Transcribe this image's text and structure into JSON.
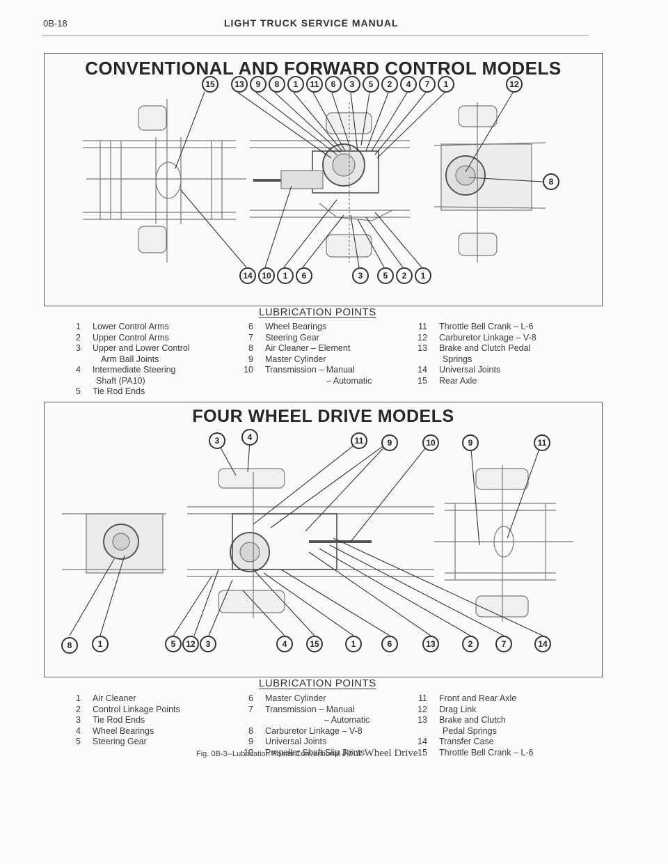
{
  "header": {
    "page_number": "0B-18",
    "title": "LIGHT TRUCK SERVICE MANUAL"
  },
  "conventional": {
    "title": "CONVENTIONAL AND FORWARD CONTROL MODELS",
    "top_callouts": [
      "15",
      "13",
      "9",
      "8",
      "1",
      "11",
      "6",
      "3",
      "5",
      "2",
      "4",
      "7",
      "1",
      "12"
    ],
    "right_callout": "8",
    "bottom_callouts": [
      "14",
      "10",
      "1",
      "6",
      "3",
      "5",
      "2",
      "1"
    ]
  },
  "conventional_legend": {
    "title": "LUBRICATION POINTS",
    "items": [
      {
        "num": "1",
        "text": "Lower Control Arms"
      },
      {
        "num": "2",
        "text": "Upper Control Arms"
      },
      {
        "num": "3",
        "text": "Upper and Lower Control"
      },
      {
        "num": "",
        "text": "Arm Ball Joints"
      },
      {
        "num": "4",
        "text": "Intermediate Steering"
      },
      {
        "num": "",
        "text": "Shaft (PA10)"
      },
      {
        "num": "5",
        "text": "Tie Rod Ends"
      },
      {
        "num": "6",
        "text": "Wheel Bearings"
      },
      {
        "num": "7",
        "text": "Steering Gear"
      },
      {
        "num": "8",
        "text": "Air Cleaner – Element"
      },
      {
        "num": "9",
        "text": "Master Cylinder"
      },
      {
        "num": "10",
        "text": "Transmission – Manual"
      },
      {
        "num": "",
        "text": "– Automatic"
      },
      {
        "num": "11",
        "text": "Throttle Bell Crank – L-6"
      },
      {
        "num": "12",
        "text": "Carburetor Linkage – V-8"
      },
      {
        "num": "13",
        "text": "Brake and Clutch Pedal"
      },
      {
        "num": "",
        "text": "Springs"
      },
      {
        "num": "14",
        "text": "Universal Joints"
      },
      {
        "num": "15",
        "text": "Rear Axle"
      }
    ]
  },
  "fourwd": {
    "title": "FOUR WHEEL DRIVE MODELS",
    "top_callouts": [
      "3",
      "4",
      "11",
      "9",
      "10",
      "9",
      "11"
    ],
    "bottom_callouts": [
      "8",
      "1",
      "5",
      "12",
      "3",
      "4",
      "15",
      "1",
      "6",
      "13",
      "2",
      "7",
      "14"
    ]
  },
  "fourwd_legend": {
    "title": "LUBRICATION POINTS",
    "items": [
      {
        "num": "1",
        "text": "Air Cleaner"
      },
      {
        "num": "2",
        "text": "Control Linkage Points"
      },
      {
        "num": "3",
        "text": "Tie Rod Ends"
      },
      {
        "num": "4",
        "text": "Wheel Bearings"
      },
      {
        "num": "5",
        "text": "Steering Gear"
      },
      {
        "num": "6",
        "text": "Master Cylinder"
      },
      {
        "num": "7",
        "text": "Transmission – Manual"
      },
      {
        "num": "",
        "text": "– Automatic"
      },
      {
        "num": "8",
        "text": "Carburetor Linkage – V-8"
      },
      {
        "num": "9",
        "text": "Universal Joints"
      },
      {
        "num": "10",
        "text": "Propeller Shaft Slip Joints"
      },
      {
        "num": "11",
        "text": "Front and Rear Axle"
      },
      {
        "num": "12",
        "text": "Drag Link"
      },
      {
        "num": "13",
        "text": "Brake and Clutch"
      },
      {
        "num": "",
        "text": "Pedal Springs"
      },
      {
        "num": "14",
        "text": "Transfer Case"
      },
      {
        "num": "15",
        "text": "Throttle Bell Crank – L-6"
      }
    ]
  },
  "caption": {
    "prefix": "Fig. 0B-3--Lubrication Points Conventional",
    "suffix": "Four Wheel Drive"
  }
}
